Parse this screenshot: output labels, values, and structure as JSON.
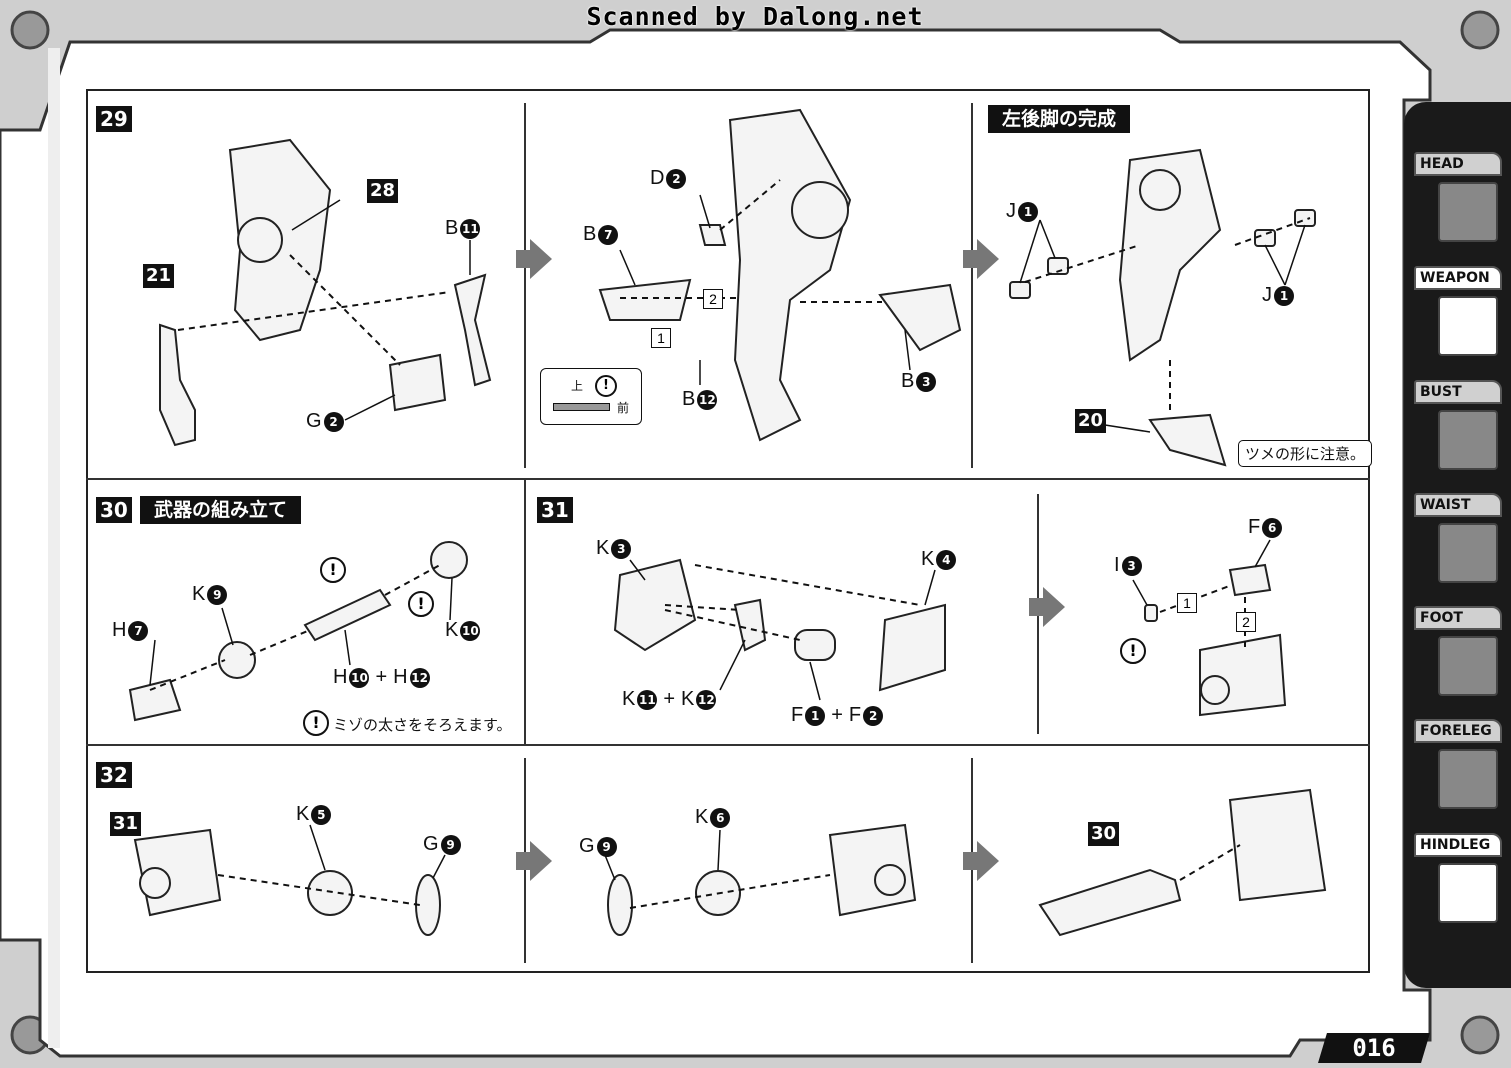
{
  "header": {
    "scanner_text": "Scanned by Dalong.net"
  },
  "page_number": "016",
  "sidebar": {
    "tabs": [
      {
        "label": "HEAD",
        "icon": "dragon-head-icon",
        "active": false
      },
      {
        "label": "WEAPON",
        "icon": "cannon-icon",
        "active": true
      },
      {
        "label": "BUST",
        "icon": "bust-icon",
        "active": false
      },
      {
        "label": "WAIST",
        "icon": "waist-icon",
        "active": false
      },
      {
        "label": "FOOT",
        "icon": "foot-icon",
        "active": false
      },
      {
        "label": "FORELEG",
        "icon": "foreleg-icon",
        "active": false
      },
      {
        "label": "HINDLEG",
        "icon": "hindleg-icon",
        "active": false
      }
    ]
  },
  "step29": {
    "number": "29",
    "sub1": {
      "ref": "28",
      "ref2": "21",
      "b": "B",
      "b_num": "11",
      "g": "G",
      "g_num": "2"
    },
    "sub2": {
      "d": "D",
      "d_num": "2",
      "b7": "B",
      "b7_num": "7",
      "box2": "2",
      "box1": "1",
      "b12": "B",
      "b12_num": "12",
      "b3": "B",
      "b3_num": "3",
      "up_label": "上",
      "front_label": "前"
    },
    "sub3": {
      "title": "左後脚の完成",
      "j": "J",
      "j_num": "1",
      "j2": "J",
      "j2_num": "1",
      "ref": "20",
      "note": "ツメの形に注意。"
    }
  },
  "step30": {
    "number": "30",
    "title": "武器の組み立て",
    "k9": "K",
    "k9_num": "9",
    "h7": "H",
    "h7_num": "7",
    "k10": "K",
    "k10_num": "10",
    "h10": "H",
    "h10_num": "10",
    "plus": "+",
    "h12": "H",
    "h12_num": "12",
    "note": "ミゾの太さをそろえます。"
  },
  "step31": {
    "number": "31",
    "k3": "K",
    "k3_num": "3",
    "k4": "K",
    "k4_num": "4",
    "k11": "K",
    "k11_num": "11",
    "plus": "+",
    "k12": "K",
    "k12_num": "12",
    "f1": "F",
    "f1_num": "1",
    "f2": "F",
    "f2_num": "2",
    "f6": "F",
    "f6_num": "6",
    "i3": "I",
    "i3_num": "3",
    "box1": "1",
    "box2": "2"
  },
  "step32": {
    "number": "32",
    "ref31": "31",
    "k5": "K",
    "k5_num": "5",
    "g9": "G",
    "g9_num": "9",
    "g9b": "G",
    "g9b_num": "9",
    "k6": "K",
    "k6_num": "6",
    "ref30": "30"
  },
  "warning_symbol": "!"
}
